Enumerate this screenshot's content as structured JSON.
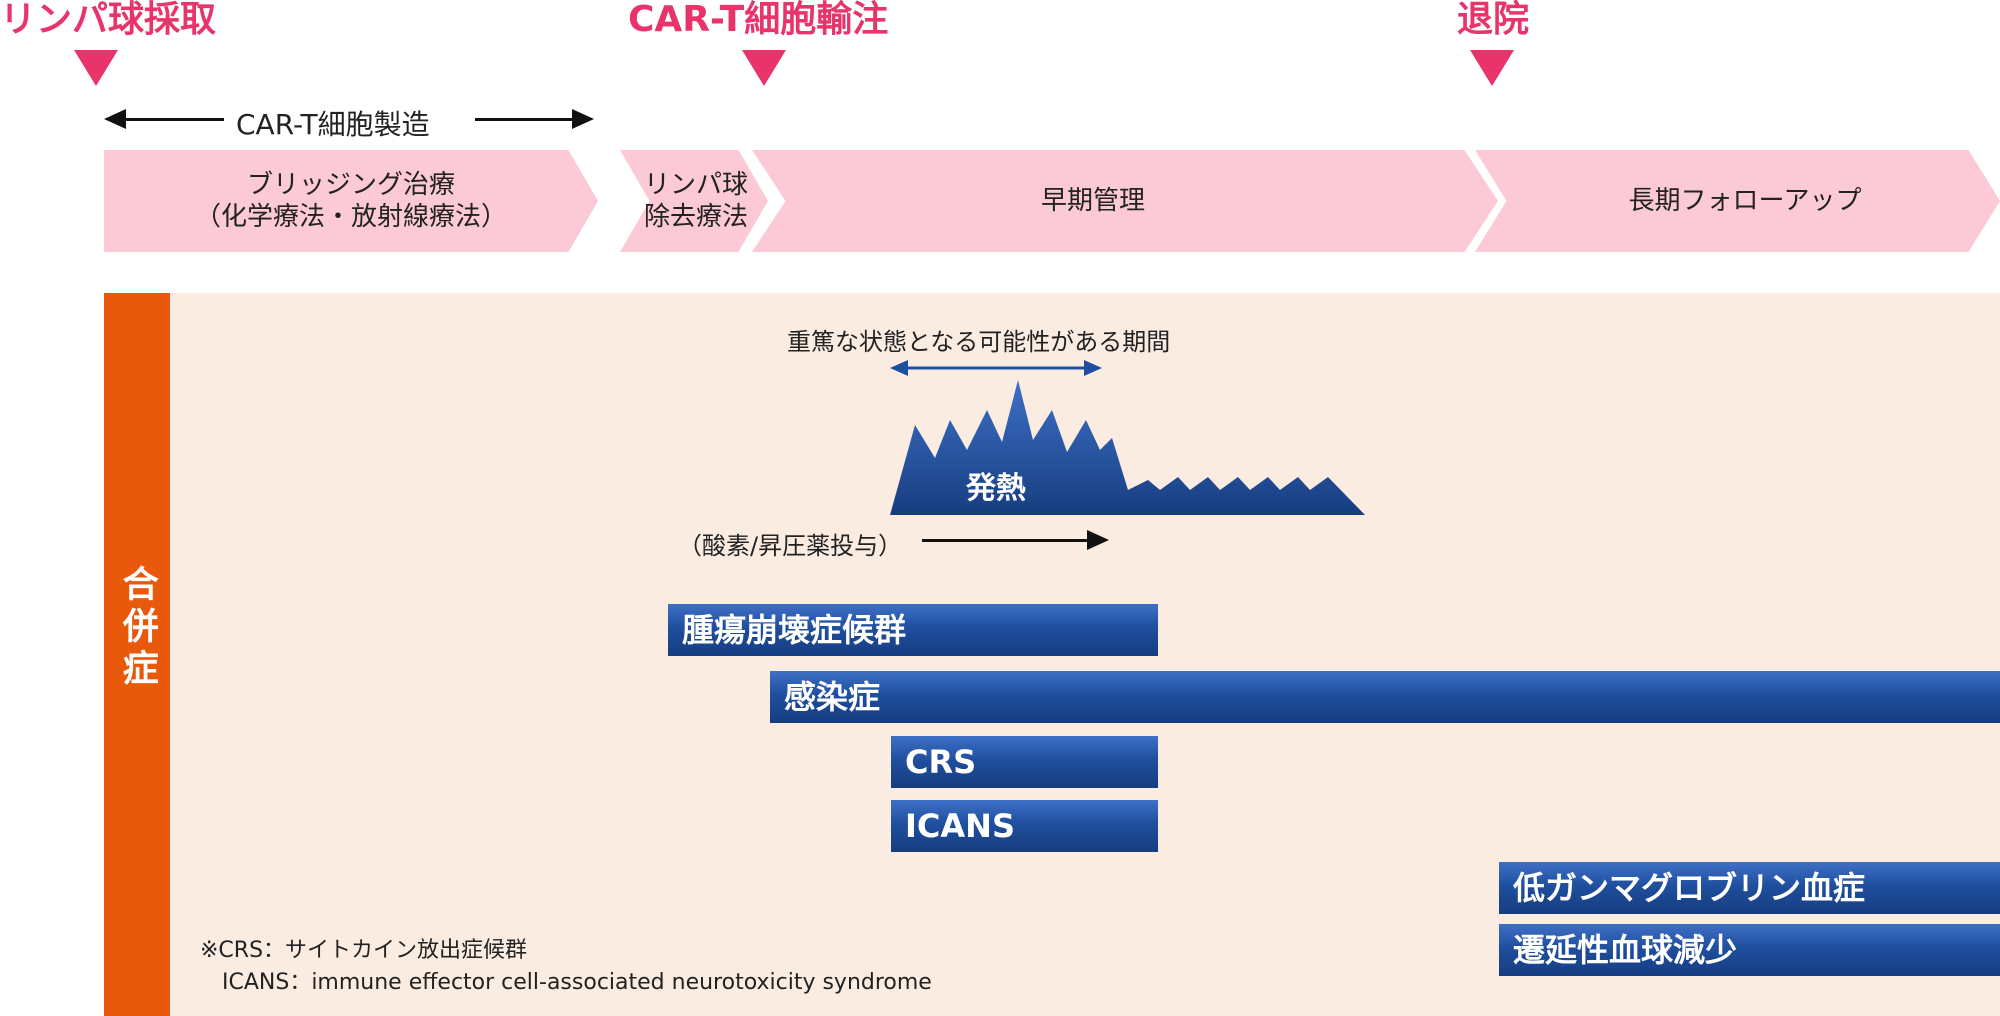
{
  "milestones": [
    {
      "label": "リンパ球採取"
    },
    {
      "label": "CAR-T細胞輸注"
    },
    {
      "label": "退院"
    }
  ],
  "manufacturing_label": "CAR-T細胞製造",
  "phases": [
    {
      "line1": "ブリッジング治療",
      "line2": "（化学療法・放射線療法）"
    },
    {
      "line1": "リンパ球",
      "line2": "除去療法"
    },
    {
      "line1": "早期管理",
      "line2": ""
    },
    {
      "line1": "長期フォローアップ",
      "line2": ""
    }
  ],
  "complications_label": "合併症",
  "severe_period_label": "重篤な状態となる可能性がある期間",
  "fever_label": "発熱",
  "oxygen_label": "（酸素/昇圧薬投与）",
  "bars": [
    {
      "label": "腫瘍崩壊症候群"
    },
    {
      "label": "感染症"
    },
    {
      "label": "CRS"
    },
    {
      "label": "ICANS"
    },
    {
      "label": "低ガンマグロブリン血症"
    },
    {
      "label": "遷延性血球減少"
    }
  ],
  "footnote": {
    "line1": "※CRS：サイトカイン放出症候群",
    "line2": "ICANS：immune effector cell-associated neurotoxicity syndrome"
  },
  "colors": {
    "accent_pink": "#e8336b",
    "band_pink": "#fcc9d6",
    "panel_bg": "#fbece2",
    "side_orange": "#e8590c",
    "bar_blue": "#1f4f9e",
    "arrow_blue": "#1f4fa0"
  }
}
